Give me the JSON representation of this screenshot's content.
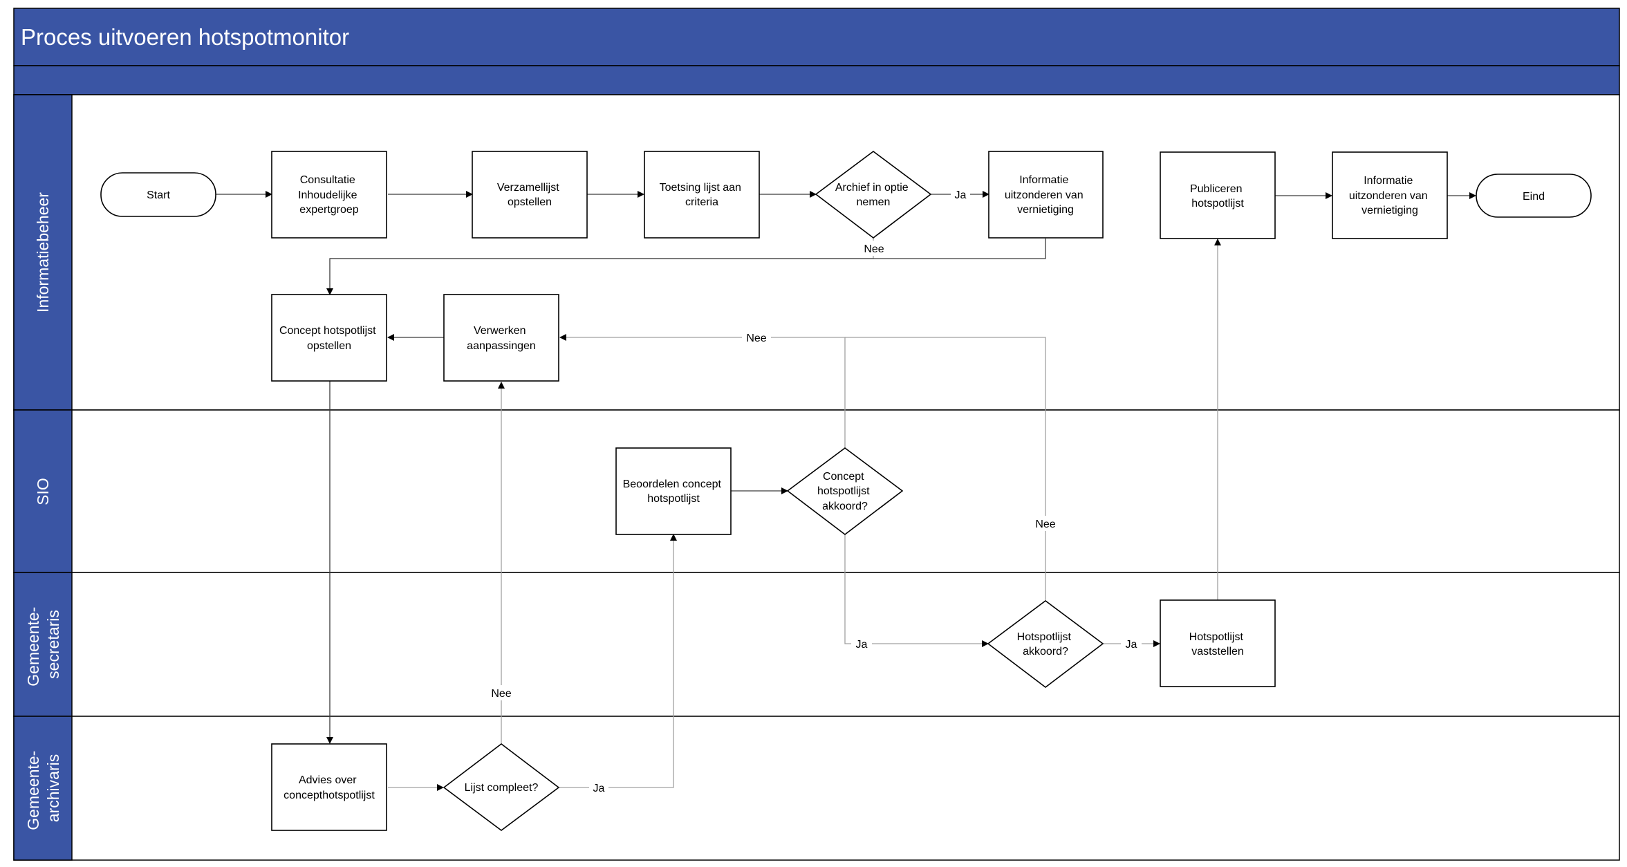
{
  "title": "Proces uitvoeren hotspotmonitor",
  "colors": {
    "header": "#3a55a4",
    "border": "#000000",
    "arrow": "#000000"
  },
  "lanes": [
    {
      "id": "informatiebeheer",
      "lines": [
        "Informatiebeheer"
      ]
    },
    {
      "id": "sio",
      "lines": [
        "SIO"
      ]
    },
    {
      "id": "gemeentesecretaris",
      "lines": [
        "Gemeente-",
        "secretaris"
      ]
    },
    {
      "id": "gemeentearchivaris",
      "lines": [
        "Gemeente-",
        "archivaris"
      ]
    }
  ],
  "nodes": [
    {
      "id": "start",
      "shape": "terminator",
      "lines": [
        "Start"
      ]
    },
    {
      "id": "consultatie",
      "shape": "process",
      "lines": [
        "Consultatie",
        "Inhoudelijke",
        "expertgroep"
      ]
    },
    {
      "id": "verzamellijst",
      "shape": "process",
      "lines": [
        "Verzamellijst",
        "opstellen"
      ]
    },
    {
      "id": "toetsing",
      "shape": "process",
      "lines": [
        "Toetsing lijst aan",
        "criteria"
      ]
    },
    {
      "id": "archief",
      "shape": "decision",
      "lines": [
        "Archief in optie",
        "nemen"
      ]
    },
    {
      "id": "uitzonderen1",
      "shape": "process",
      "lines": [
        "Informatie",
        "uitzonderen van",
        "vernietiging"
      ]
    },
    {
      "id": "publiceren",
      "shape": "process",
      "lines": [
        "Publiceren",
        "hotspotlijst"
      ]
    },
    {
      "id": "uitzonderen2",
      "shape": "process",
      "lines": [
        "Informatie",
        "uitzonderen van",
        "vernietiging"
      ]
    },
    {
      "id": "eind",
      "shape": "terminator",
      "lines": [
        "Eind"
      ]
    },
    {
      "id": "concept",
      "shape": "process",
      "lines": [
        "Concept hotspotlijst",
        "opstellen"
      ]
    },
    {
      "id": "verwerken",
      "shape": "process",
      "lines": [
        "Verwerken",
        "aanpassingen"
      ]
    },
    {
      "id": "beoordelen",
      "shape": "process",
      "lines": [
        "Beoordelen concept",
        "hotspotlijst"
      ]
    },
    {
      "id": "conceptakkoord",
      "shape": "decision",
      "lines": [
        "Concept",
        "hotspotlijst",
        "akkoord?"
      ]
    },
    {
      "id": "hotspotakkoord",
      "shape": "decision",
      "lines": [
        "Hotspotlijst",
        "akkoord?"
      ]
    },
    {
      "id": "vaststellen",
      "shape": "process",
      "lines": [
        "Hotspotlijst",
        "vaststellen"
      ]
    },
    {
      "id": "advies",
      "shape": "process",
      "lines": [
        "Advies over",
        "concepthotspotlijst"
      ]
    },
    {
      "id": "compleet",
      "shape": "decision",
      "lines": [
        "Lijst compleet?"
      ]
    }
  ],
  "edges": [
    {
      "id": "start-consultatie",
      "label": ""
    },
    {
      "id": "consultatie-verzamellijst",
      "label": ""
    },
    {
      "id": "verzamellijst-toetsing",
      "label": ""
    },
    {
      "id": "toetsing-archief",
      "label": ""
    },
    {
      "id": "archief-uitzonderen1",
      "label": "Ja"
    },
    {
      "id": "archief-concept",
      "label": "Nee"
    },
    {
      "id": "uitzonderen1-concept",
      "label": ""
    },
    {
      "id": "publiceren-uitzonderen2",
      "label": ""
    },
    {
      "id": "uitzonderen2-eind",
      "label": ""
    },
    {
      "id": "verwerken-concept",
      "label": ""
    },
    {
      "id": "concept-advies",
      "label": ""
    },
    {
      "id": "advies-compleet",
      "label": ""
    },
    {
      "id": "compleet-verwerken",
      "label": "Nee"
    },
    {
      "id": "compleet-beoordelen",
      "label": "Ja"
    },
    {
      "id": "beoordelen-conceptakkoord",
      "label": ""
    },
    {
      "id": "conceptakkoord-verwerken",
      "label": "Nee"
    },
    {
      "id": "conceptakkoord-hotspotakkoord",
      "label": "Ja"
    },
    {
      "id": "hotspotakkoord-verwerken",
      "label": "Nee"
    },
    {
      "id": "hotspotakkoord-vaststellen",
      "label": "Ja"
    },
    {
      "id": "vaststellen-publiceren",
      "label": ""
    }
  ]
}
